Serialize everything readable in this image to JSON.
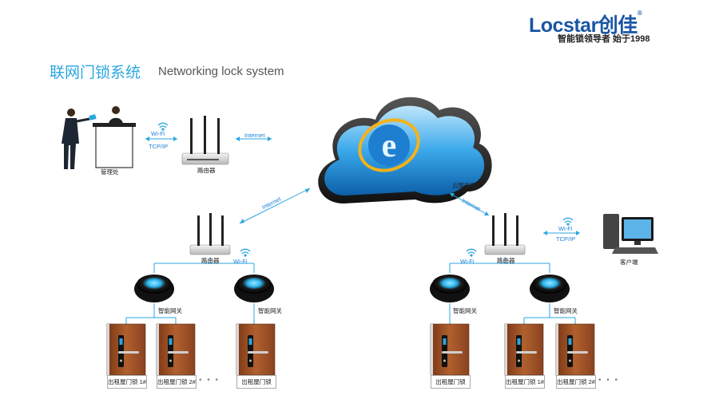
{
  "brand": {
    "name": "Locstar创佳",
    "registered": "®",
    "slogan": "智能锁领导者 始于1998"
  },
  "title": {
    "cn": "联网门锁系统",
    "en": "Networking lock system"
  },
  "labels": {
    "management": "管理处",
    "router": "路由器",
    "cloud_server": "云服务器",
    "client": "客户端",
    "smart_gateway": "智能网关",
    "wifi": "Wi-Fi",
    "tcpip": "TCP/IP",
    "internet": "Internet"
  },
  "locks": {
    "left": [
      "出租屋门锁 1#",
      "出租屋门锁 2#",
      "出租屋门锁"
    ],
    "right": [
      "出租屋门锁",
      "出租屋门锁 1#",
      "出租屋门锁 2#"
    ],
    "ellipsis": "• • •"
  },
  "colors": {
    "accent": "#2aa6e0",
    "brand": "#1a56a4",
    "door_wood": "#a8542a"
  }
}
